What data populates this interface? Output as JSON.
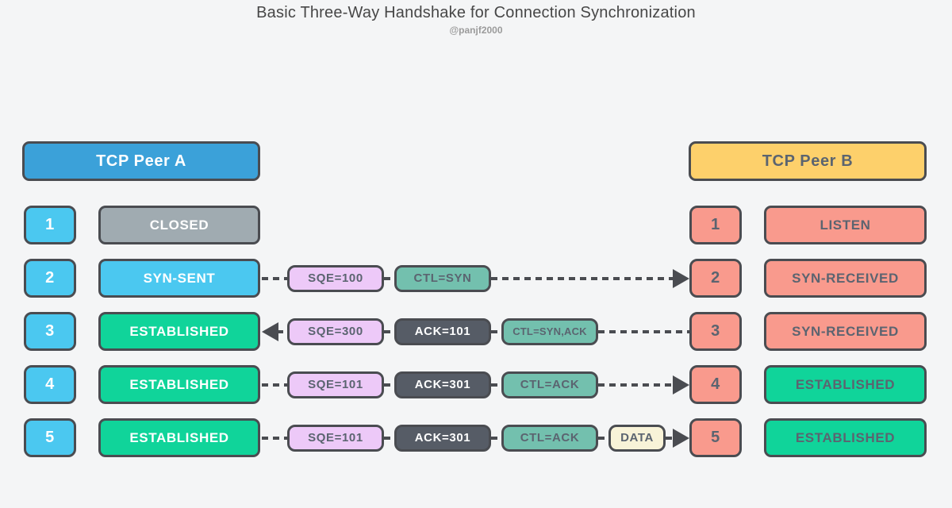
{
  "title": "Basic Three-Way Handshake for Connection Synchronization",
  "subtitle": "@panjf2000",
  "colors": {
    "bg": "#f4f5f6",
    "line": "#4a4c51",
    "title": "#474747",
    "subtitle": "#9b9b9b",
    "blue": "#3ba1d9",
    "yellow": "#fdd06b",
    "cyan": "#4bc8f0",
    "gray": "#a0abb1",
    "green": "#10d49a",
    "salmon": "#f99a8d",
    "lavender": "#edc9f8",
    "teal": "#73c0ae",
    "slate": "#565c66",
    "cream": "#f8f3d8",
    "darktext": "#5b6470"
  },
  "peers": {
    "a": {
      "label": "TCP Peer A"
    },
    "b": {
      "label": "TCP Peer B"
    }
  },
  "rows": [
    {
      "step": "1",
      "left": {
        "label": "CLOSED",
        "kind": "closed"
      },
      "right": {
        "label": "LISTEN",
        "kind": "listen"
      },
      "packets": [],
      "arrow": "none"
    },
    {
      "step": "2",
      "left": {
        "label": "SYN-SENT",
        "kind": "syn"
      },
      "right": {
        "label": "SYN-RECEIVED",
        "kind": "listen"
      },
      "packets": [
        {
          "label": "SQE=100",
          "kind": "seq"
        },
        {
          "label": "CTL=SYN",
          "kind": "ctl"
        }
      ],
      "arrow": "right"
    },
    {
      "step": "3",
      "left": {
        "label": "ESTABLISHED",
        "kind": "established"
      },
      "right": {
        "label": "SYN-RECEIVED",
        "kind": "listen"
      },
      "packets": [
        {
          "label": "SQE=300",
          "kind": "seq"
        },
        {
          "label": "ACK=101",
          "kind": "ack"
        },
        {
          "label": "CTL=SYN,ACK",
          "kind": "ctl",
          "small": true
        }
      ],
      "arrow": "left"
    },
    {
      "step": "4",
      "left": {
        "label": "ESTABLISHED",
        "kind": "established"
      },
      "right": {
        "label": "ESTABLISHED",
        "kind": "established"
      },
      "packets": [
        {
          "label": "SQE=101",
          "kind": "seq"
        },
        {
          "label": "ACK=301",
          "kind": "ack"
        },
        {
          "label": "CTL=ACK",
          "kind": "ctl"
        }
      ],
      "arrow": "right"
    },
    {
      "step": "5",
      "left": {
        "label": "ESTABLISHED",
        "kind": "established"
      },
      "right": {
        "label": "ESTABLISHED",
        "kind": "established"
      },
      "packets": [
        {
          "label": "SQE=101",
          "kind": "seq"
        },
        {
          "label": "ACK=301",
          "kind": "ack"
        },
        {
          "label": "CTL=ACK",
          "kind": "ctl"
        },
        {
          "label": "DATA",
          "kind": "data"
        }
      ],
      "arrow": "right"
    }
  ]
}
